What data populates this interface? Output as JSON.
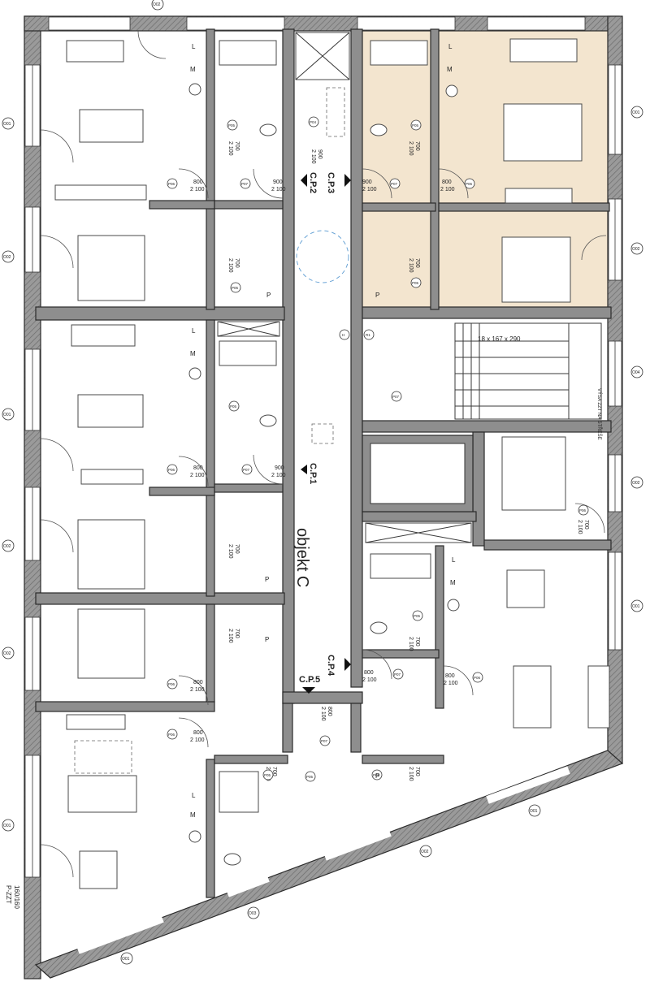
{
  "labels": {
    "building": "objekt C",
    "stair": "18 x 167 x 290",
    "vysa": "VÝSA\nZZT\nNA STŘEŠE",
    "legend_a": "P-ZZT",
    "legend_b": "160/160"
  },
  "cp": [
    "C.P.1",
    "C.P.2",
    "C.P.3",
    "C.P.4",
    "C.P.5"
  ],
  "window_tags": [
    "O01",
    "O02",
    "O03",
    "O04"
  ],
  "door_tags": [
    "P",
    "P06",
    "P07",
    "P05",
    "P04",
    "R1",
    "H"
  ],
  "dims": [
    "800",
    "900",
    "700",
    "2 100"
  ],
  "fixture_letters": [
    "L",
    "M",
    "P"
  ],
  "colors": {
    "highlight": "#f3e4cd",
    "wall": "#8e8e8e",
    "line": "#2b2b2b",
    "smoke_vent": "#6aa4d6"
  }
}
